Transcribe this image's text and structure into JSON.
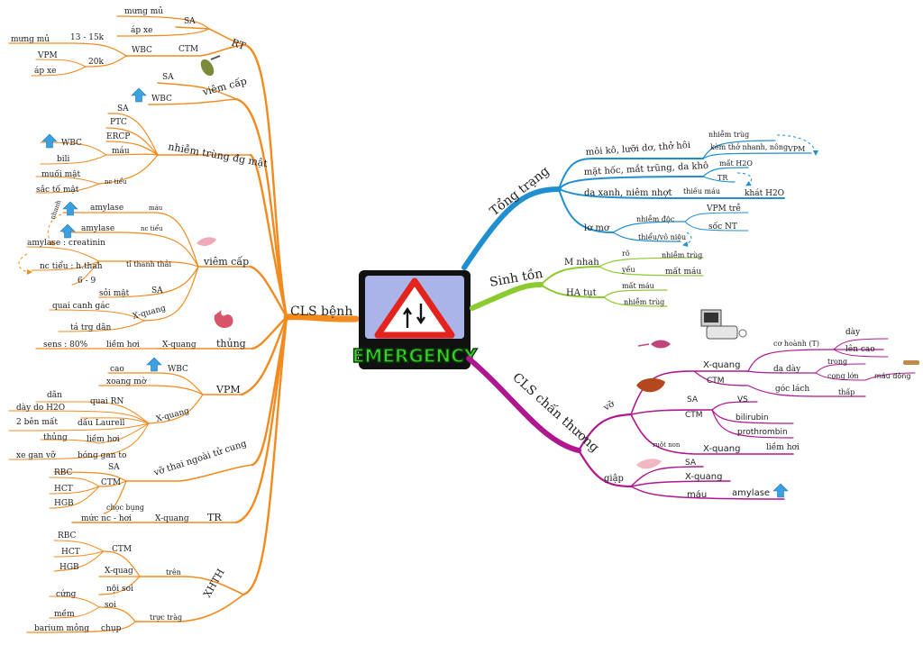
{
  "center": {
    "title": "EMERGENCY"
  },
  "colors": {
    "left": "#f28a1e",
    "tong_trang": "#1f8fd0",
    "sinh_ton": "#8ccb2f",
    "cls_chan_thuong": "#b0168f",
    "up_arrow": "#3aa0e0"
  },
  "branches": {
    "cls_benh": "CLS bệnh",
    "tong_trang": "Tổng trạng",
    "sinh_ton": "Sinh tồn",
    "cls_chan_thuong": "CLS chấn thương"
  },
  "left": {
    "rt": {
      "label": "RT",
      "sa": "SA",
      "ctm": "CTM",
      "mung_mu": "mưng mủ",
      "ap_xe": "áp xe",
      "wbc": "WBC",
      "v1315": "13 - 15k",
      "v20k": "20k",
      "mung_mu2": "mưng mủ",
      "vpm": "VPM",
      "ap_xe2": "áp xe"
    },
    "viem_cap1": {
      "label": "viêm cấp",
      "sa": "SA",
      "wbc": "WBC"
    },
    "nhiem_trung": {
      "label": "nhiễm trùng đg mật",
      "sa": "SA",
      "ptc": "PTC",
      "ercp": "ERCP",
      "mau": "máu",
      "wbc": "WBC",
      "bili": "bili",
      "nc_tieu": "nc tiểu",
      "muoi_mat": "muối mật",
      "sac_to_mat": "sắc tố mật"
    },
    "viem_cap2": {
      "label": "viêm cấp",
      "mau": "máu",
      "amylase1": "amylase",
      "nhanh": "nhanh",
      "nc_tieu": "nc tiểu",
      "amylase2": "amylase",
      "amylase_creatinin": "amylase : creatinin",
      "ti_thanh_thai": "tỉ thanh thải",
      "nc_tieu_hthah": "nc tiểu : h.thah",
      "v69": "6 - 9",
      "sa": "SA",
      "soi_mat": "sỏi mật",
      "x_quang": "X-quang",
      "quai_canh_gac": "quai canh gác",
      "ta_trg_dan": "tá trg dãn"
    },
    "thung": {
      "label": "thủng",
      "x_quang": "X-quang",
      "liem_hoi": "liềm hơi",
      "sens": "sens : 80%"
    },
    "vpm": {
      "label": "VPM",
      "wbc": "WBC",
      "cao": "cao",
      "xoang_mo": "xoang mờ",
      "x_quang": "X-quang",
      "dan": "dãn",
      "day_do_h2o": "dày do H2O",
      "quai_rn": "quai RN",
      "hai_ben_mat": "2 bên mất",
      "dau_laurell": "dấu Laurell",
      "thung": "thủng",
      "liem_hoi": "liềm hơi",
      "xe_gan_vo": "xe gan vỡ",
      "bong_gan_to": "bóng gan to"
    },
    "vo_thai": {
      "label": "vỡ thai ngoài tử cung",
      "sa": "SA",
      "ctm": "CTM",
      "rbc": "RBC",
      "hct": "HCT",
      "hgb": "HGB",
      "choc_bung": "chọc bụng"
    },
    "tr": {
      "label": "TR",
      "x_quang": "X-quang",
      "muc_nc_hoi": "mức nc - hơi"
    },
    "xhth": {
      "label": "XHTH",
      "tren": "trên",
      "ctm": "CTM",
      "rbc": "RBC",
      "hct": "HCT",
      "hgb": "HGB",
      "x_quag": "X-quag",
      "noi_soi": "nội soi",
      "truc_trang": "trực tràg",
      "soi": "soi",
      "cung": "cứng",
      "mem": "mềm",
      "chup": "chụp",
      "barium_mong": "barium mỏng"
    }
  },
  "right": {
    "tong_trang": {
      "moi_ko": "môi kô, lưỡi dơ, thở hôi",
      "nhiem_trung": "nhiễm trùg",
      "kem_tho": "kèm thở nhanh, nông",
      "vpm": "VPM",
      "mat_hoc": "mặt hốc, mắt trũng, da khô",
      "mat_h2o": "mất H2O",
      "tr": "TR",
      "da_xanh": "da xanh, niêm nhợt",
      "thieu_mau": "thiếu máu",
      "khat_h2o": "khát H2O",
      "lo_mo": "lơ mơ",
      "nhiem_doc": "nhiễm độc",
      "vpm_tre": "VPM trễ",
      "thieu_vo_nieu": "thiểu/vô niệu",
      "soc_nt": "sốc NT"
    },
    "sinh_ton": {
      "m_nhah": "M nhah",
      "ro": "rõ",
      "nhiem_trung1": "nhiễm trùg",
      "yeu": "yếu",
      "mat_mau1": "mất máu",
      "ha_tut": "HA tụt",
      "mat_mau2": "mất máu",
      "nhiem_trung2": "nhiễm trùg"
    },
    "cls_chan_thuong": {
      "vo": "vỡ",
      "x_quang1": "X-quang",
      "ctm1": "CTM",
      "co_hoanh": "cơ hoành (T)",
      "day": "dày",
      "len_cao": "lên cao",
      "da_day": "dạ dày",
      "trong": "trong",
      "cong_lon": "cong lớn",
      "mau_dong": "máu đông",
      "goc_lach": "góc lách",
      "thap": "thấp",
      "sa": "SA",
      "ctm2": "CTM",
      "vs": "VS",
      "bilirubin": "bilirubin",
      "prothrombin": "prothrombin",
      "ruot_non": "ruột non",
      "x_quang2": "X-quang",
      "liem_hoi": "liềm hơi",
      "giap": "giập",
      "sa2": "SA",
      "x_quang3": "X-quang",
      "mau": "máu",
      "amylase": "amylase"
    }
  }
}
